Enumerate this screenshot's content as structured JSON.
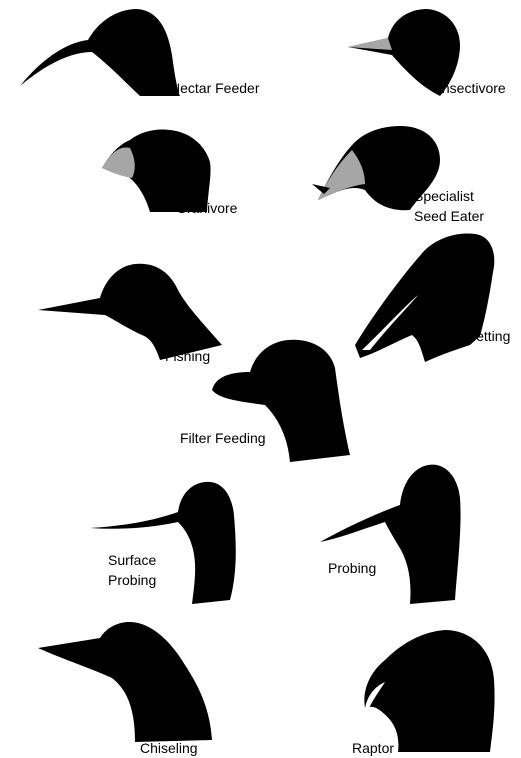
{
  "colors": {
    "silhouette": "#000000",
    "beak_highlight": "#a6a6a6",
    "background": "#ffffff"
  },
  "birds": [
    {
      "id": "nectar-feeder",
      "label_lines": [
        "Nectar Feeder"
      ]
    },
    {
      "id": "insectivore",
      "label_lines": [
        "Insectivore"
      ]
    },
    {
      "id": "granivore",
      "label_lines": [
        "Granivore"
      ]
    },
    {
      "id": "specialist-seed-eater",
      "label_lines": [
        "Specialist",
        "Seed Eater"
      ]
    },
    {
      "id": "fishing",
      "label_lines": [
        "Fishing"
      ]
    },
    {
      "id": "netting",
      "label_lines": [
        "Netting"
      ]
    },
    {
      "id": "filter-feeding",
      "label_lines": [
        "Filter Feeding"
      ]
    },
    {
      "id": "surface-probing",
      "label_lines": [
        "Surface",
        "Probing"
      ]
    },
    {
      "id": "probing",
      "label_lines": [
        "Probing"
      ]
    },
    {
      "id": "chiseling",
      "label_lines": [
        "Chiseling"
      ]
    },
    {
      "id": "raptor",
      "label_lines": [
        "Raptor"
      ]
    }
  ]
}
